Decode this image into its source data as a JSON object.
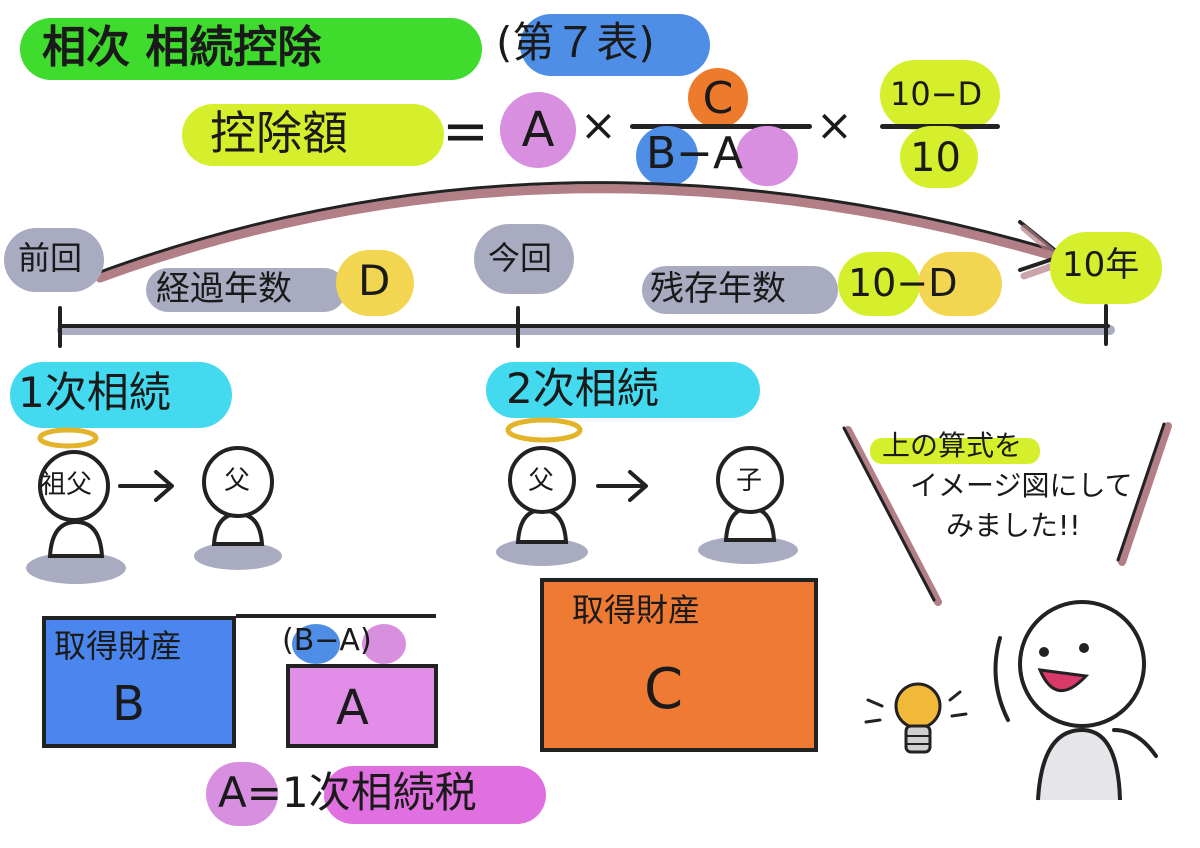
{
  "title": {
    "main": "相次 相続控除",
    "sub": "(第７表)"
  },
  "formula": {
    "label": "控除額",
    "equals": "=",
    "a": "A",
    "times1": "×",
    "numerator": "C",
    "denominator": "B−A",
    "times2": "×",
    "frac2_num": "10−D",
    "frac2_den": "10"
  },
  "timeline": {
    "prev": "前回",
    "now": "今回",
    "end": "10年",
    "elapsed": "経過年数",
    "elapsed_var": "D",
    "remaining": "残存年数",
    "remaining_var": "10−D"
  },
  "first": {
    "heading": "1次相続",
    "from": "祖父",
    "to": "父",
    "box_b_label": "取得財産",
    "box_b_var": "B",
    "paren": "(B−A)",
    "box_a_var": "A",
    "note": "A=1次相続税"
  },
  "second": {
    "heading": "2次相続",
    "from": "父",
    "to": "子",
    "box_label": "取得財産",
    "box_var": "C"
  },
  "speech": {
    "line1": "上の算式を",
    "line2": "イメージ図にして",
    "line3": "みました!!"
  },
  "colors": {
    "green": "#3fdc2e",
    "lime": "#d6ef2c",
    "blue": "#4f8ee6",
    "purple": "#d98fe0",
    "orange": "#ee7a2c",
    "yellow": "#f2d652",
    "gray": "#a9acc0",
    "cyan": "#43d9ee",
    "boxblue": "#4a86ee",
    "boxpink": "#e28ee8",
    "boxorange": "#ef7a33"
  }
}
